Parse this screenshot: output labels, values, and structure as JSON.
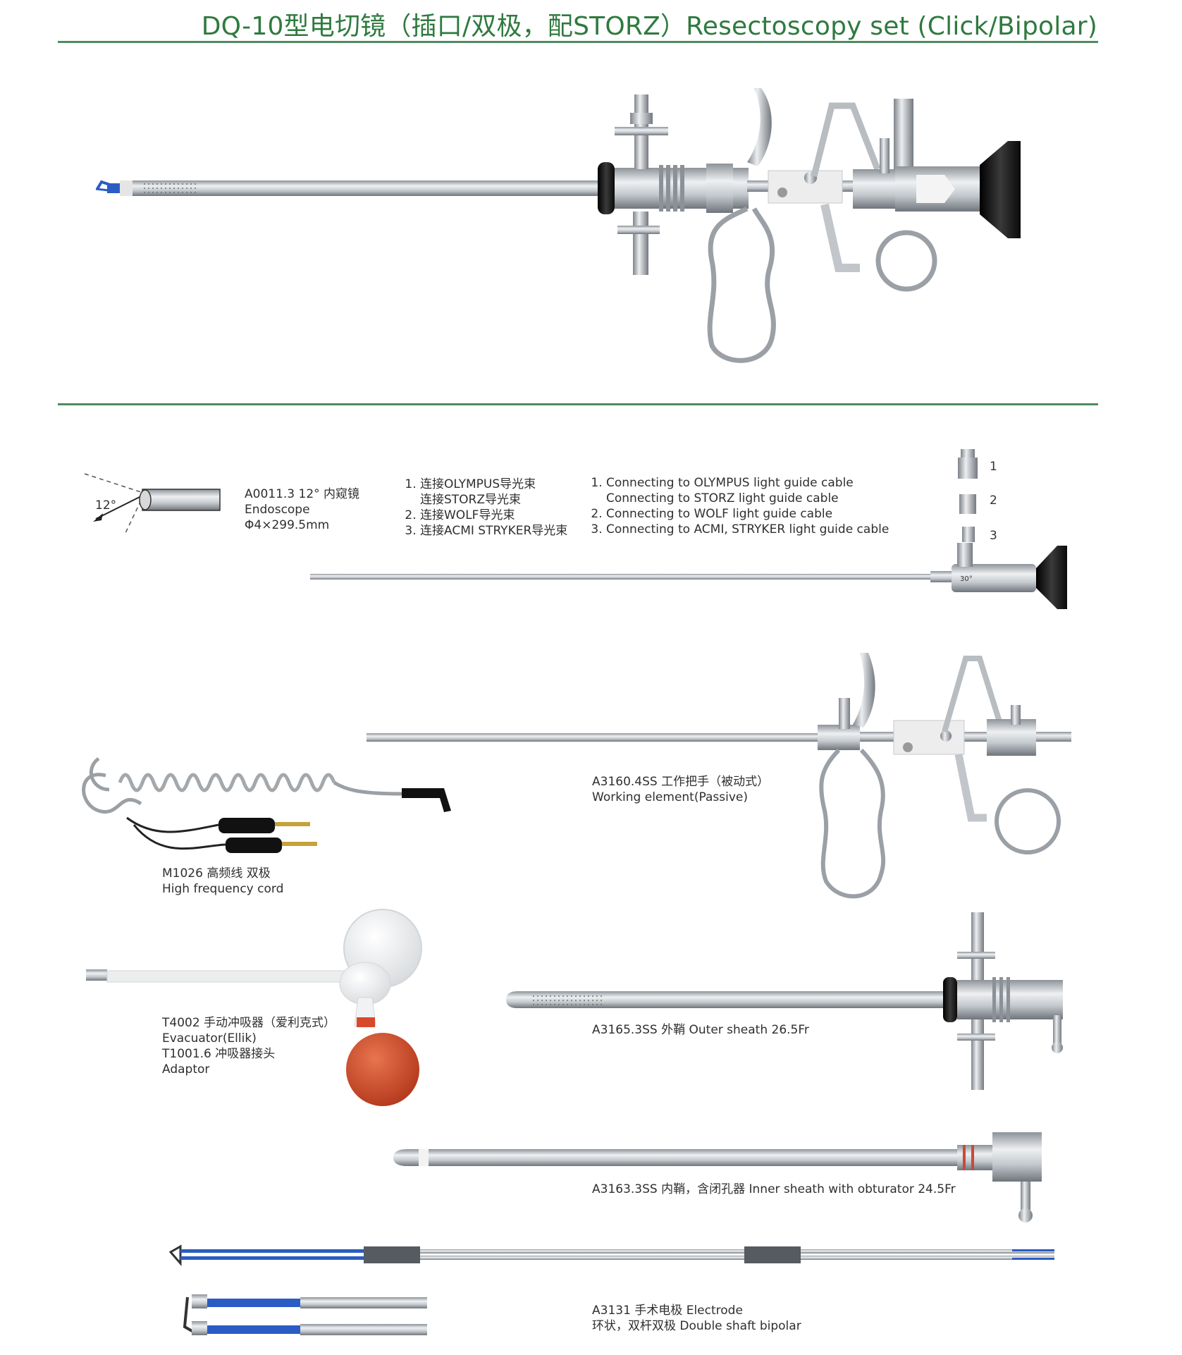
{
  "title": "DQ-10型电切镜（插口/双极，配STORZ）Resectoscopy set (Click/Bipolar)",
  "angle_label": "12°",
  "endoscope": {
    "code": "A0011.3 12° 内窥镜",
    "name": "Endoscope",
    "size": "Φ4×299.5mm"
  },
  "connections_cn": [
    {
      "main": "连接OLYMPUS导光束",
      "extra": "连接STORZ导光束"
    },
    {
      "main": "连接WOLF导光束",
      "extra": ""
    },
    {
      "main": "连接ACMI STRYKER导光束",
      "extra": ""
    }
  ],
  "connections_en": [
    {
      "main": "Connecting to OLYMPUS light guide cable",
      "extra": "Connecting to STORZ light guide cable"
    },
    {
      "main": "Connecting to WOLF light guide cable",
      "extra": ""
    },
    {
      "main": "Connecting to ACMI, STRYKER light guide cable",
      "extra": ""
    }
  ],
  "adapter_numbers": [
    "1",
    "2",
    "3"
  ],
  "scope_mark": "30°",
  "working_element": {
    "code": "A3160.4SS 工作把手（被动式）",
    "name": "Working element(Passive)"
  },
  "hf_cord": {
    "code": "M1026 高频线 双极",
    "name": "High frequency cord"
  },
  "evacuator": {
    "code": "T4002 手动冲吸器（爱利克式）",
    "name": "Evacuator(Ellik)",
    "adaptor_code": "T1001.6 冲吸器接头",
    "adaptor_name": "Adaptor"
  },
  "outer_sheath": {
    "label": "A3165.3SS 外鞘 Outer sheath 26.5Fr"
  },
  "inner_sheath": {
    "label": "A3163.3SS 内鞘，含闭孔器 Inner sheath with obturator 24.5Fr"
  },
  "electrode": {
    "code": "A3131 手术电极 Electrode",
    "desc": "环状，双杆双极 Double shaft bipolar"
  },
  "colors": {
    "title_green": "#2f7a3f",
    "rule_green": "#4f8a61",
    "steel": "#b9bec4",
    "dark": "#1a1a1a",
    "electrode_blue": "#2a5cc4",
    "bulb_red": "#c8492c"
  }
}
